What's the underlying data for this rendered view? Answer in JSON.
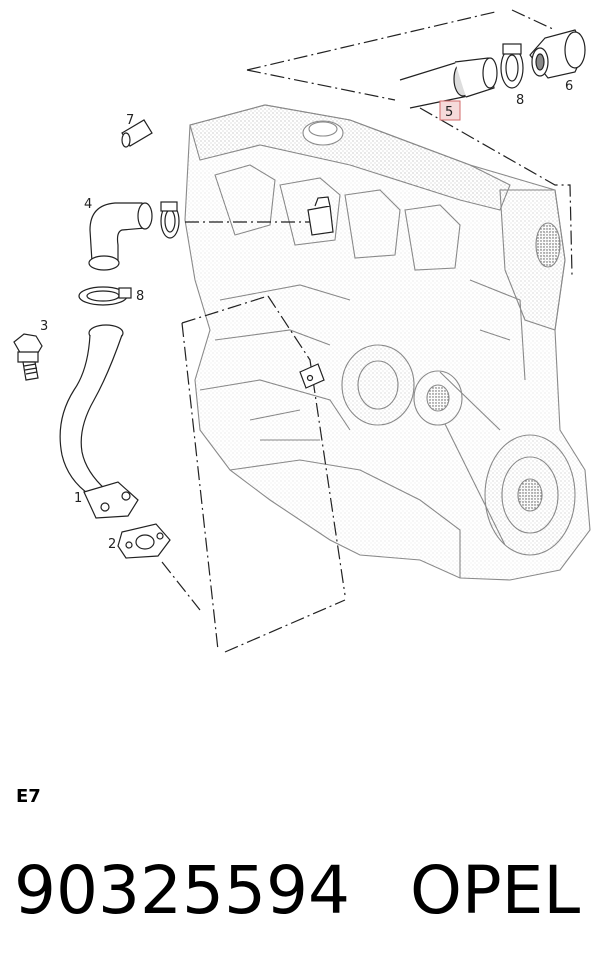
{
  "callouts": {
    "c1": "1",
    "c2": "2",
    "c3": "3",
    "c4": "4",
    "c5": "5",
    "c6": "6",
    "c7": "7",
    "c8a": "8",
    "c8b": "8"
  },
  "highlight_color": "#f6dada",
  "section_code": "E7",
  "footer": {
    "part_number": "90325594",
    "brand": "OPEL"
  }
}
